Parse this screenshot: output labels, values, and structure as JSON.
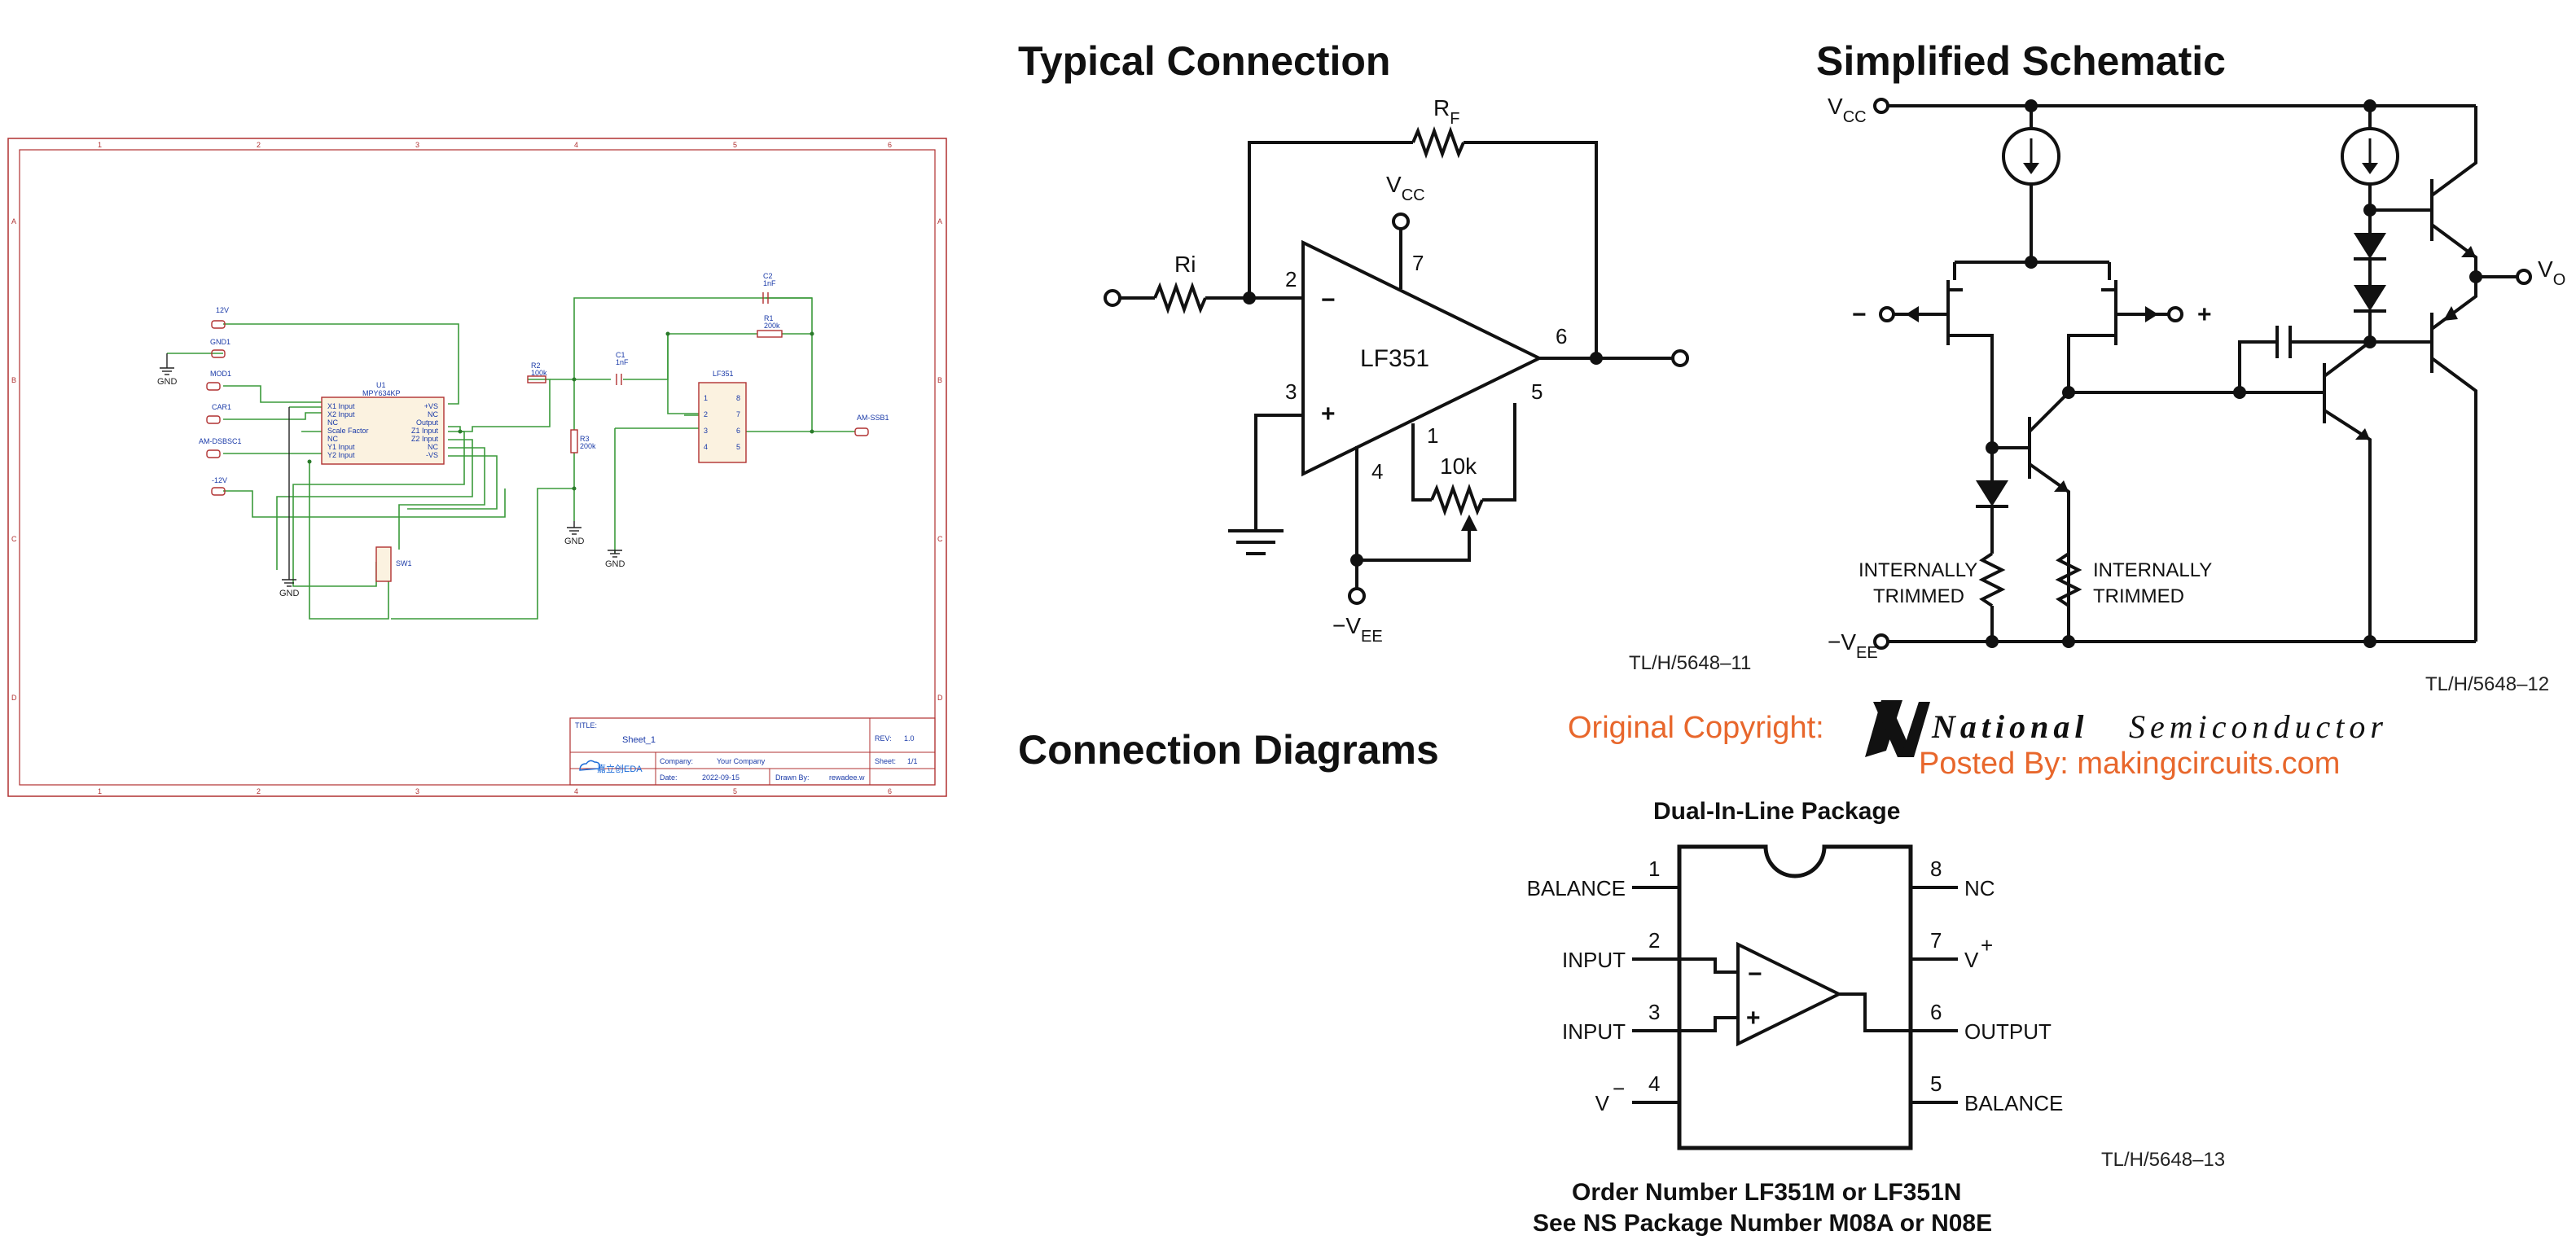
{
  "eda": {
    "net_labels": {
      "p12v": "12V",
      "gnd1": "GND1",
      "mod1": "MOD1",
      "car1": "CAR1",
      "amdsbsc1": "AM-DSBSC1",
      "m12v": "-12V",
      "amssb1": "AM-SSB1"
    },
    "gnd_labels": [
      "GND",
      "GND",
      "GND",
      "GND"
    ],
    "u1": {
      "ref": "U1",
      "value": "MPY634KP",
      "left_pins": [
        "X1 Input",
        "X2 Input",
        "NC",
        "Scale Factor",
        "NC",
        "Y1 Input",
        "Y2 Input"
      ],
      "right_pins": [
        "+VS",
        "NC",
        "Output",
        "Z1 Input",
        "Z2 Input",
        "NC",
        "-VS"
      ]
    },
    "lf351": {
      "ref": "LF351",
      "left_pins": [
        "1",
        "2",
        "3",
        "4"
      ],
      "right_pins": [
        "8",
        "7",
        "6",
        "5"
      ]
    },
    "r1": {
      "ref": "R1",
      "value": "200k"
    },
    "r2": {
      "ref": "R2",
      "value": "100k"
    },
    "r3": {
      "ref": "R3",
      "value": "200k"
    },
    "c1": {
      "ref": "C1",
      "value": "1nF"
    },
    "c2": {
      "ref": "C2",
      "value": "1nF"
    },
    "sw1": {
      "ref": "SW1"
    },
    "title_block": {
      "title_label": "TITLE:",
      "title": "Sheet_1",
      "rev_label": "REV:",
      "rev": "1.0",
      "company_label": "Company:",
      "company": "Your Company",
      "sheet_label": "Sheet:",
      "sheet": "1/1",
      "date_label": "Date:",
      "date": "2022-09-15",
      "drawn_label": "Drawn By:",
      "drawn": "rewadee.w",
      "logo": "嘉立创EDA"
    },
    "border_cols": [
      "1",
      "2",
      "3",
      "4",
      "5",
      "6"
    ],
    "border_rows": [
      "A",
      "B",
      "C",
      "D"
    ]
  },
  "typical": {
    "heading": "Typical Connection",
    "rf": "R",
    "rf_sub": "F",
    "ri": "Ri",
    "vcc": "V",
    "vcc_sub": "CC",
    "vee": "−V",
    "vee_sub": "EE",
    "part": "LF351",
    "pot": "10k",
    "pins": {
      "p1": "1",
      "p2": "2",
      "p3": "3",
      "p4": "4",
      "p5": "5",
      "p6": "6",
      "p7": "7"
    },
    "minus": "−",
    "plus": "+",
    "ref": "TL/H/5648–11"
  },
  "schematic": {
    "heading": "Simplified Schematic",
    "vcc": "V",
    "vcc_sub": "CC",
    "vee": "−V",
    "vee_sub": "EE",
    "vo": "V",
    "vo_sub": "O",
    "minus": "−",
    "plus": "+",
    "trim_left_1": "INTERNALLY",
    "trim_left_2": "TRIMMED",
    "trim_right_1": "INTERNALLY",
    "trim_right_2": "TRIMMED",
    "ref": "TL/H/5648–12"
  },
  "connection": {
    "heading": "Connection Diagrams",
    "copyright_label": "Original Copyright:",
    "national_1": "National",
    "national_2": "Semiconductor",
    "posted": "Posted By: makingcircuits.com",
    "package_title": "Dual-In-Line Package",
    "left_pins": [
      {
        "num": "1",
        "name": "BALANCE"
      },
      {
        "num": "2",
        "name": "INPUT"
      },
      {
        "num": "3",
        "name": "INPUT"
      },
      {
        "num": "4",
        "name": "V"
      }
    ],
    "right_pins": [
      {
        "num": "8",
        "name": "NC"
      },
      {
        "num": "7",
        "name": "V"
      },
      {
        "num": "6",
        "name": "OUTPUT"
      },
      {
        "num": "5",
        "name": "BALANCE"
      }
    ],
    "v_minus_sup": "−",
    "v_plus_sup": "+",
    "in_minus": "−",
    "in_plus": "+",
    "ref": "TL/H/5648–13",
    "order_1": "Order Number LF351M or LF351N",
    "order_2": "See NS Package Number M08A or N08E"
  }
}
